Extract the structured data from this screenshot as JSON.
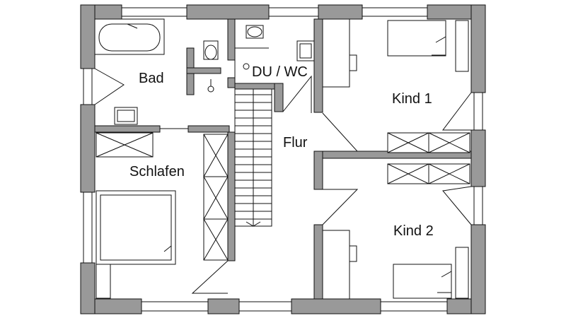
{
  "plan": {
    "rooms": [
      {
        "id": "bad",
        "label": "Bad"
      },
      {
        "id": "du-wc",
        "label": "DU / WC"
      },
      {
        "id": "kind1",
        "label": "Kind 1"
      },
      {
        "id": "flur",
        "label": "Flur"
      },
      {
        "id": "schlafen",
        "label": "Schlafen"
      },
      {
        "id": "kind2",
        "label": "Kind 2"
      }
    ]
  },
  "colors": {
    "wall": "#999999",
    "line": "#111111",
    "background": "#ffffff"
  }
}
